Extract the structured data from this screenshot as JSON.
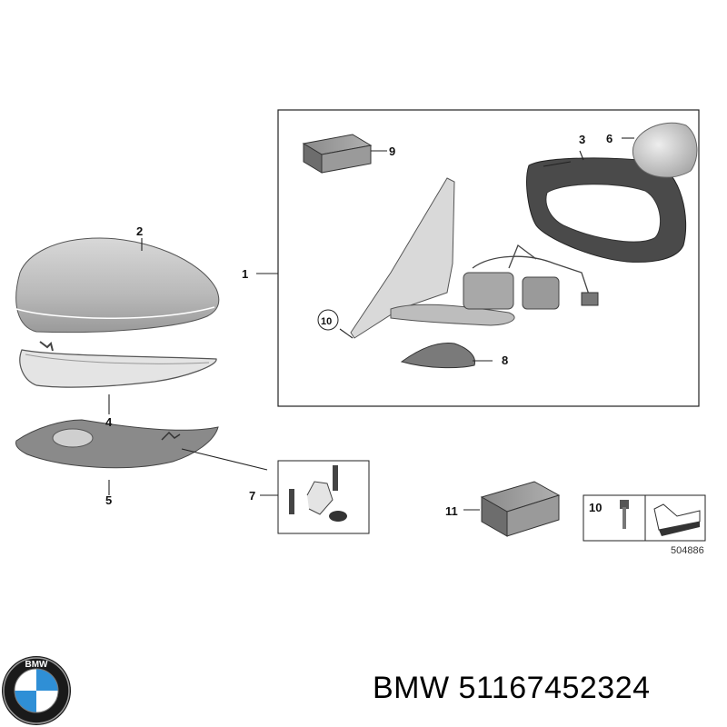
{
  "callouts": {
    "c1": "1",
    "c2": "2",
    "c3": "3",
    "c4": "4",
    "c5": "5",
    "c6": "6",
    "c7": "7",
    "c8": "8",
    "c9": "9",
    "c10": "10",
    "c10b": "10",
    "c11": "11"
  },
  "diagram_number": "504886",
  "brand": {
    "logo_text": "BMW",
    "label": "BMW 51167452324"
  },
  "colors": {
    "line": "#222222",
    "part_fill": "#c9c9c9",
    "part_dark": "#6f6f6f",
    "bmw_blue": "#2f8fd6"
  }
}
